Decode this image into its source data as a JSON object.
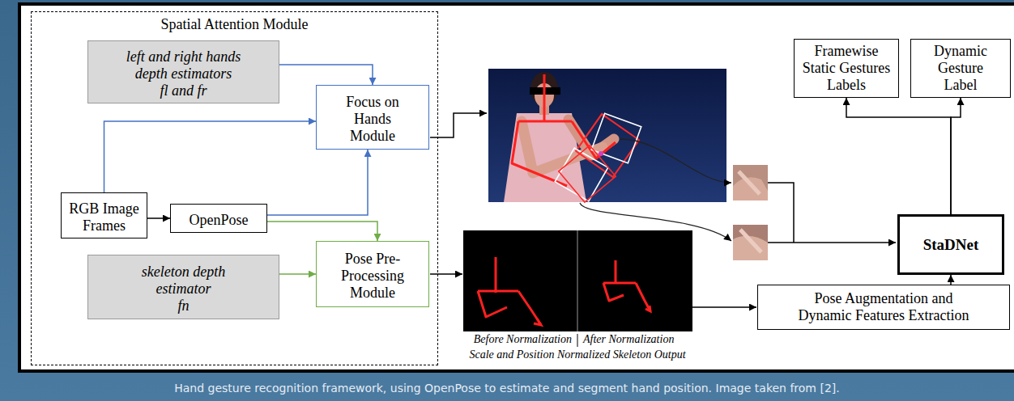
{
  "diagram": {
    "caption": "Hand gesture recognition framework, using OpenPose to estimate and segment hand position. Image taken from [2].",
    "nodes": [
      {
        "text": [
          "Spatial Attention Module"
        ]
      },
      {
        "text": [
          "left and right hands depth estimators",
          "fl and fr"
        ],
        "in": 0
      },
      {
        "text": [
          "Focus on Hands Module"
        ],
        "in": 0
      },
      {
        "text": [
          "RGB Image Frames"
        ],
        "in": 0
      },
      {
        "text": [
          "OpenPose"
        ],
        "in": 0
      },
      {
        "text": [
          "skeleton depth estimator",
          "fn"
        ],
        "in": 0
      },
      {
        "text": [
          "Pose Pre-Processing Module"
        ],
        "in": 0
      },
      {
        "text": [
          "Framewise Static Gestures Labels"
        ]
      },
      {
        "text": [
          "Dynamic Gesture Label"
        ]
      },
      {
        "text": [
          "StaDNet"
        ]
      },
      {
        "text": [
          "Pose Augmentation and Dynamic Features Extraction"
        ]
      }
    ],
    "edges": [
      {
        "from": 1,
        "to": 2,
        "arrow": "to"
      },
      {
        "from": 3,
        "to": 2,
        "arrow": "to"
      },
      {
        "from": 3,
        "to": 4,
        "arrow": "to"
      },
      {
        "from": 4,
        "to": 2,
        "arrow": "to"
      },
      {
        "from": 4,
        "to": 6,
        "arrow": "to"
      },
      {
        "from": 5,
        "to": 6,
        "arrow": "to"
      },
      {
        "from": 10,
        "to": 9,
        "arrow": "to"
      },
      {
        "from": 9,
        "to": 7,
        "arrow": "to"
      },
      {
        "from": 9,
        "to": 8,
        "arrow": "to"
      }
    ],
    "labels": [
      "Before Normalization",
      "After Normalization",
      "Scale and Position Normalized Skeleton Output"
    ]
  }
}
